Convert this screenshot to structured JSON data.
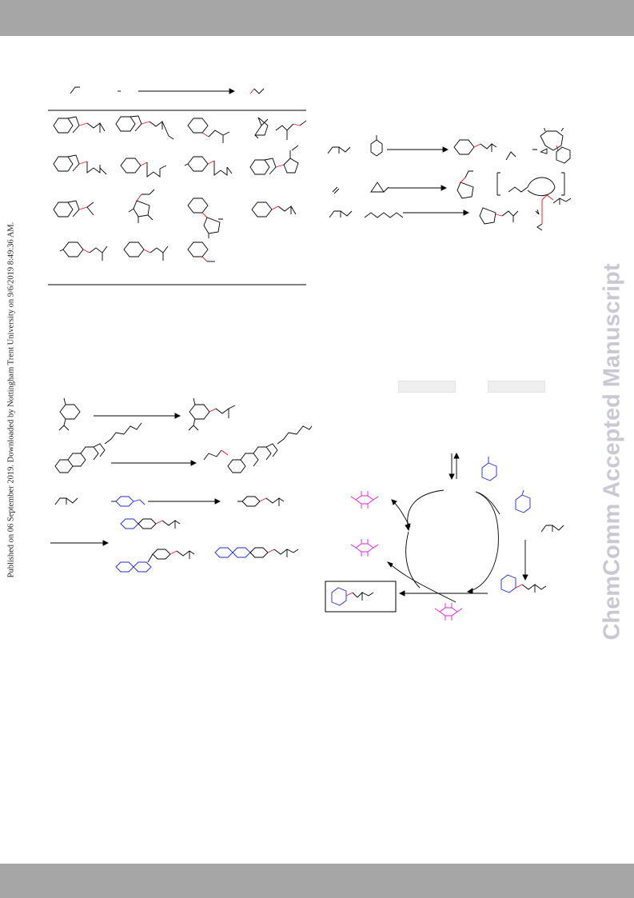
{
  "page": {
    "side_note": "Published on 06 September 2019. Downloaded by Nottingham Trent University on 9/6/2019 8:49:36 AM.",
    "watermark": "ChemComm Accepted Manuscript"
  },
  "colors": {
    "header_bar": "#a6a6a6",
    "new_bond": "#e8141c",
    "substrate_highlight": "#1f2bd6",
    "catalyst": "#e020d8",
    "watermark": "#c9c9d4"
  },
  "figures": [
    {
      "name": "substrate-scope-table",
      "content": "chemical structures"
    },
    {
      "name": "reaction-scheme-right",
      "content": "chemical structures"
    },
    {
      "name": "late-stage-functionalization-scheme",
      "content": "chemical structures"
    },
    {
      "name": "catalytic-cycle-scheme",
      "content": "chemical structures"
    }
  ]
}
